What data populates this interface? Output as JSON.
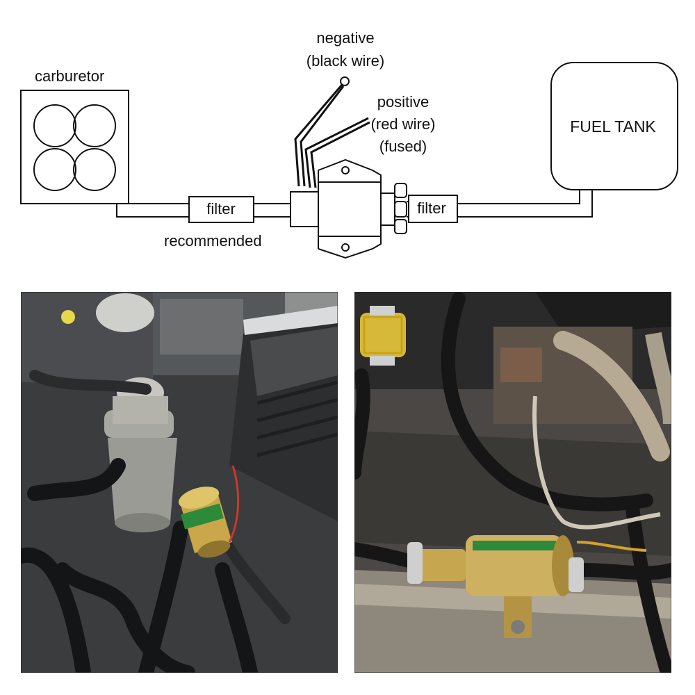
{
  "diagram": {
    "carburetor_label": "carburetor",
    "negative_line1": "negative",
    "negative_line2": "(black wire)",
    "positive_line1": "positive",
    "positive_line2": "(red wire)",
    "positive_line3": "(fused)",
    "filter_left_label": "filter",
    "filter_right_label": "filter",
    "recommended_label": "recommended",
    "fuel_tank_label": "FUEL TANK"
  },
  "photos": [
    {
      "id": "left",
      "subject": "engine bay with installed electric fuel pump and filter"
    },
    {
      "id": "right",
      "subject": "close-up of installed electric fuel pump with inline fuel filter"
    }
  ]
}
